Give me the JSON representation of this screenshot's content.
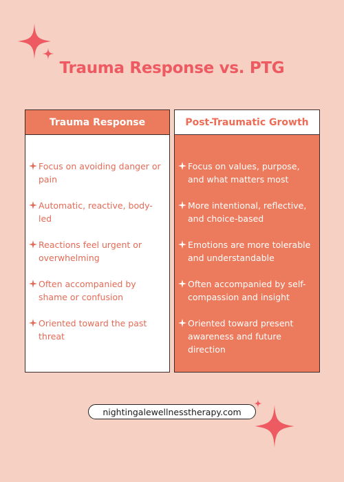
{
  "title": "Trauma Response vs. PTG",
  "colors": {
    "background": "#f6d1c3",
    "accent": "#ec7a5d",
    "title": "#ee5a62",
    "sparkle": "#ee5a62"
  },
  "columns": [
    {
      "heading": "Trauma Response",
      "items": [
        "Focus on avoiding danger or pain",
        "Automatic, reactive, body-led",
        "Reactions feel urgent or overwhelming",
        "Often accompanied by shame or confusion",
        "Oriented toward the past threat"
      ]
    },
    {
      "heading": "Post-Traumatic Growth",
      "items": [
        "Focus on values, purpose, and what matters most",
        "More intentional, reflective, and choice-based",
        "Emotions are more tolerable and understandable",
        "Often accompanied by self-compassion and insight",
        "Oriented toward present awareness and future direction"
      ]
    }
  ],
  "footer": {
    "url": "nightingalewellnesstherapy.com"
  },
  "icons": {
    "bullet": "four-point-star-icon",
    "decoration": "sparkle-icon"
  }
}
